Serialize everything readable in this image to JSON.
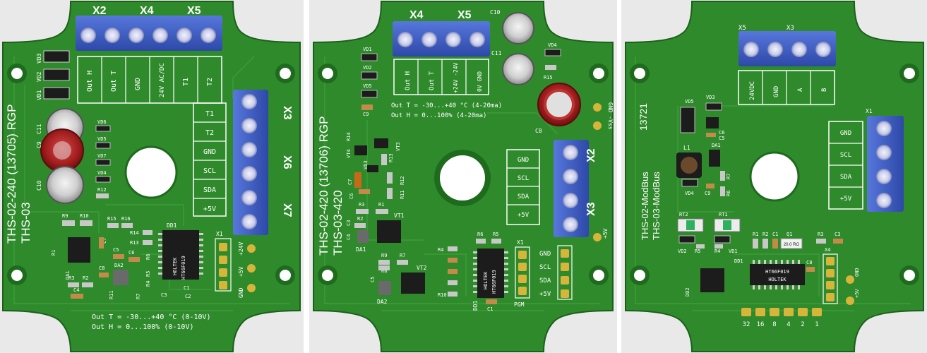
{
  "colors": {
    "pcb": "#2f8a2c",
    "pcb_dark": "#1f6b1e",
    "pcb_edge": "#206c1f",
    "silk": "#ffffff",
    "terminal": "#3d5fcc",
    "terminal_dark": "#2b45a0",
    "gold": "#d7b43a",
    "chip": "#1c1c1c",
    "background_plate": "#e9e9e9"
  },
  "board1": {
    "header_x2": "X2",
    "header_x4": "X4",
    "header_x5": "X5",
    "terminal_labels": [
      "Out H",
      "Out T",
      "GND",
      "24V AC/DC",
      "T1",
      "T2"
    ],
    "right_labels": [
      "T1",
      "T2",
      "GND",
      "SCL",
      "SDA",
      "+5V"
    ],
    "x3": "X3",
    "x6": "X6",
    "x7": "X7",
    "vertical_name_1": "THS-02-240 (13705) RGP",
    "vertical_name_2": "THS-03",
    "vd3": "VD3",
    "vd2": "VD2",
    "vd1": "VD1",
    "c11": "C11",
    "c9": "C9",
    "c10": "C10",
    "vd6": "VD6",
    "vd5": "VD5",
    "vd7": "VD7",
    "vd4": "VD4",
    "r12": "R12",
    "r9": "R9",
    "r10": "R10",
    "r15": "R15",
    "r16": "R16",
    "r14": "R14",
    "r13": "R13",
    "r6": "R6",
    "dd1": "DD1",
    "x1": "X1",
    "holtek": "HOLTEK",
    "chipcode": "HT66F019",
    "r1": "R1",
    "da1": "DA1",
    "r3": "R3",
    "r2": "R2",
    "c7": "C7",
    "c5": "C5",
    "c6": "C6",
    "da2": "DA2",
    "c8": "C8",
    "c4": "C4",
    "r4": "R4",
    "r5": "R5",
    "r11": "R11",
    "c1": "C1",
    "c2": "C2",
    "c3": "C3",
    "r7": "R7",
    "pin_24v": "+24V",
    "pin_5v": "+5V",
    "pin_gnd": "GND",
    "note_t": "Out T = -30...+40 °C (0-10V)",
    "note_h": "Out H = 0...100% (0-10V)"
  },
  "board2": {
    "header_x4": "X4",
    "header_x5": "X5",
    "c10": "C10",
    "c11": "C11",
    "vd4": "VD4",
    "r15": "R15",
    "terminal_labels": [
      "Out H",
      "Out T",
      "+24V -24V",
      "0V GND"
    ],
    "vd1": "VD1",
    "vd2": "VD2",
    "vd5": "VD5",
    "c9": "C9",
    "note_t": "Out T = -30...+40 °C (4-20ma)",
    "note_h": "Out H = 0...100% (4-20ma)",
    "c8": "C8",
    "gnd_vss": "GND -Vss",
    "vertical_name_1": "THS-02-420 (13706) RGP",
    "vertical_name_2": "THS-03-420",
    "vt4": "VT4",
    "r14": "R14",
    "vt3": "VT3",
    "r13": "R13",
    "vd3": "VD3",
    "c7": "C7",
    "c6": "C6",
    "r12": "R12",
    "r11": "R11",
    "r3": "R3",
    "r1": "R1",
    "r2": "R2",
    "c3": "C3",
    "c4": "C4",
    "vt1": "VT1",
    "da1": "DA1",
    "r9": "R9",
    "r7": "R7",
    "vt2": "VT2",
    "c5": "C5",
    "r8": "R8",
    "da2": "DA2",
    "r6": "R6",
    "r5": "R5",
    "x1": "X1",
    "r4": "R4",
    "r10": "R10",
    "holtek": "HOLTEK",
    "chipcode": "HT66F019",
    "dd1": "DD1",
    "c1": "C1",
    "pgm": "PGM",
    "right_labels": [
      "GND",
      "SCL",
      "SDA",
      "+5V"
    ],
    "x2": "X2",
    "x3": "X3",
    "pin_5v": "+5V",
    "bottom_pins": [
      "GND",
      "SCL",
      "SDA",
      "+5V"
    ]
  },
  "board3": {
    "header_x5": "X5",
    "header_x3": "X3",
    "terminal_labels": [
      "24VDC",
      "GND",
      "A",
      "B"
    ],
    "serial": "13721",
    "vd5": "VD5",
    "vd3": "VD3",
    "c6": "C6",
    "c5": "C5",
    "l1": "L1",
    "da1": "DA1",
    "r7": "R7",
    "vd4": "VD4",
    "c9": "C9",
    "r6": "R6",
    "x1": "X1",
    "right_labels": [
      "GND",
      "SCL",
      "SDA",
      "+5V"
    ],
    "vertical_name_1": "THS-02-ModBus",
    "vertical_name_2": "THS-03-ModBus",
    "rt2": "RT2",
    "rt1": "RT1",
    "r1": "R1",
    "r2": "R2",
    "c1": "C1",
    "q1": "Q1",
    "r3": "R3",
    "c3": "C3",
    "crystal": "20.0 RG",
    "vd2": "VD2",
    "r5": "R5",
    "r4": "R4",
    "vd1": "VD1",
    "dd1": "DD1",
    "c8": "C8",
    "x4": "X4",
    "dd2": "DD2",
    "holtek": "HOLTEK",
    "chipcode": "HT66F019",
    "pin_gnd": "GND",
    "pin_5v": "+5V",
    "dip_labels": [
      "32",
      "16",
      "8",
      "4",
      "2",
      "1"
    ]
  }
}
